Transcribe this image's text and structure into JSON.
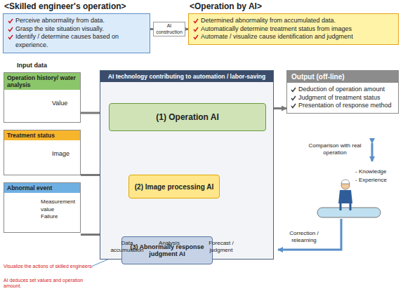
{
  "diagram": {
    "nodes": [
      {
        "text": [
          "<Skilled engineer's operation>",
          "Perceive abnormality from data.",
          "Grasp the site situation visually.",
          "Identify / determine causes based on experience."
        ]
      },
      {
        "text": [
          "<Operation by AI>",
          "Determined abnormality from accumulated data.",
          "Automatically determine treatment status from images",
          "Automate / visualize cause identification and judgment"
        ]
      },
      {
        "text": [
          "Operation history/ water analysis",
          "Value"
        ]
      },
      {
        "text": [
          "Treatment status",
          "Image"
        ]
      },
      {
        "text": [
          "Abnormal event",
          "Measurement value",
          "Failure"
        ]
      },
      {
        "text": [
          "AI technology contributing to automation / labor-saving"
        ]
      },
      {
        "text": [
          "(1) Operation AI"
        ],
        "in": 5
      },
      {
        "text": [
          "(2) Image processing AI"
        ],
        "in": 5
      },
      {
        "text": [
          "(3) Abnormally response judgment AI"
        ],
        "in": 5
      },
      {
        "text": [
          "Output (off-line)",
          "Deduction of operation amount",
          "Judgment of treatment status",
          "Presentation of response method"
        ]
      }
    ],
    "edges": [
      {
        "from": 0,
        "to": 1,
        "arrow": "to",
        "label": "AI construction"
      },
      {
        "from": 2,
        "to": 6,
        "arrow": "to"
      },
      {
        "from": 3,
        "to": 7,
        "arrow": "to"
      },
      {
        "from": 4,
        "to": 8,
        "arrow": "to"
      },
      {
        "from": 7,
        "to": 6,
        "arrow": "to"
      },
      {
        "from": 8,
        "to": 6,
        "arrow": "to"
      },
      {
        "from": 6,
        "to": 9,
        "arrow": "to"
      }
    ],
    "labels": [
      "Input data",
      "Data accumulation",
      "Analysis",
      "Forecast / judgment",
      "Comparison with real operation",
      "- Knowledge",
      "- Experience",
      "Correction / relearning",
      "Visualize the actions of skilled engineers.",
      "AI deduces set values and operation amount."
    ]
  }
}
